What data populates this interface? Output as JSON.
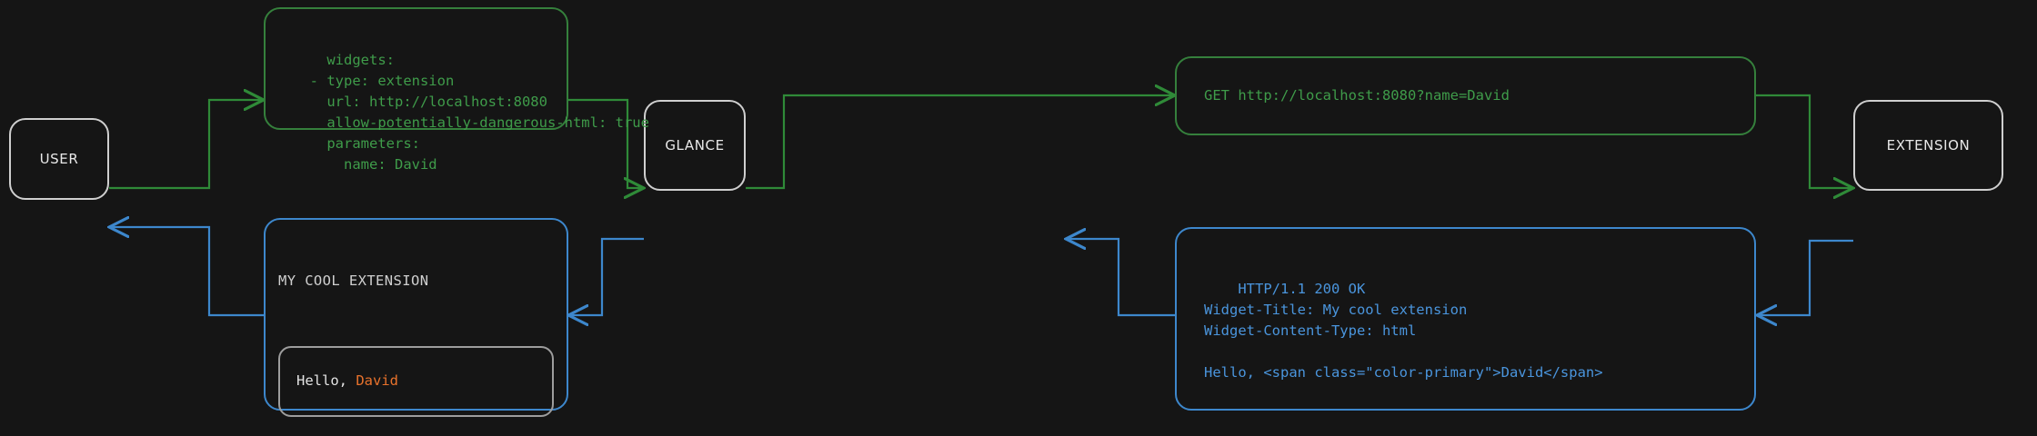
{
  "diagram": {
    "type": "sequence-flow",
    "background_color": "#151515",
    "colors": {
      "node_border": "#cfcfcf",
      "request_green": "#3f9c4a",
      "response_blue": "#4a95dd",
      "accent_orange": "#e8722c",
      "widget_text": "#e4e4e4"
    }
  },
  "nodes": {
    "user": {
      "label": "USER"
    },
    "glance": {
      "label": "GLANCE"
    },
    "extension": {
      "label": "EXTENSION"
    }
  },
  "messages": {
    "config_yaml": {
      "flow": "request",
      "color": "#3f9c4a",
      "text": "widgets:\n  - type: extension\n    url: http://localhost:8080\n    allow-potentially-dangerous-html: true\n    parameters:\n      name: David"
    },
    "http_request": {
      "flow": "request",
      "color": "#3f9c4a",
      "text": "GET http://localhost:8080?name=David"
    },
    "http_response": {
      "flow": "response",
      "color": "#4a95dd",
      "text": "HTTP/1.1 200 OK\nWidget-Title: My cool extension\nWidget-Content-Type: html\n\nHello, <span class=\"color-primary\">David</span>"
    },
    "rendered_widget": {
      "flow": "response",
      "color": "#4a95dd",
      "title": "MY COOL EXTENSION",
      "body_prefix": "Hello, ",
      "body_name": "David"
    }
  },
  "connectors": [
    {
      "name": "user-to-config",
      "color": "#3f9c4a",
      "direction": "right",
      "arrowhead": true
    },
    {
      "name": "config-to-glance",
      "color": "#3f9c4a",
      "direction": "right",
      "arrowhead": true
    },
    {
      "name": "glance-to-request",
      "color": "#3f9c4a",
      "direction": "right",
      "arrowhead": true
    },
    {
      "name": "request-to-extension",
      "color": "#3f9c4a",
      "direction": "right",
      "arrowhead": true
    },
    {
      "name": "extension-to-response",
      "color": "#4a95dd",
      "direction": "left",
      "arrowhead": true
    },
    {
      "name": "response-to-glance",
      "color": "#4a95dd",
      "direction": "left",
      "arrowhead": true
    },
    {
      "name": "glance-to-widget",
      "color": "#4a95dd",
      "direction": "left",
      "arrowhead": true
    },
    {
      "name": "widget-to-user",
      "color": "#4a95dd",
      "direction": "left",
      "arrowhead": true
    }
  ]
}
